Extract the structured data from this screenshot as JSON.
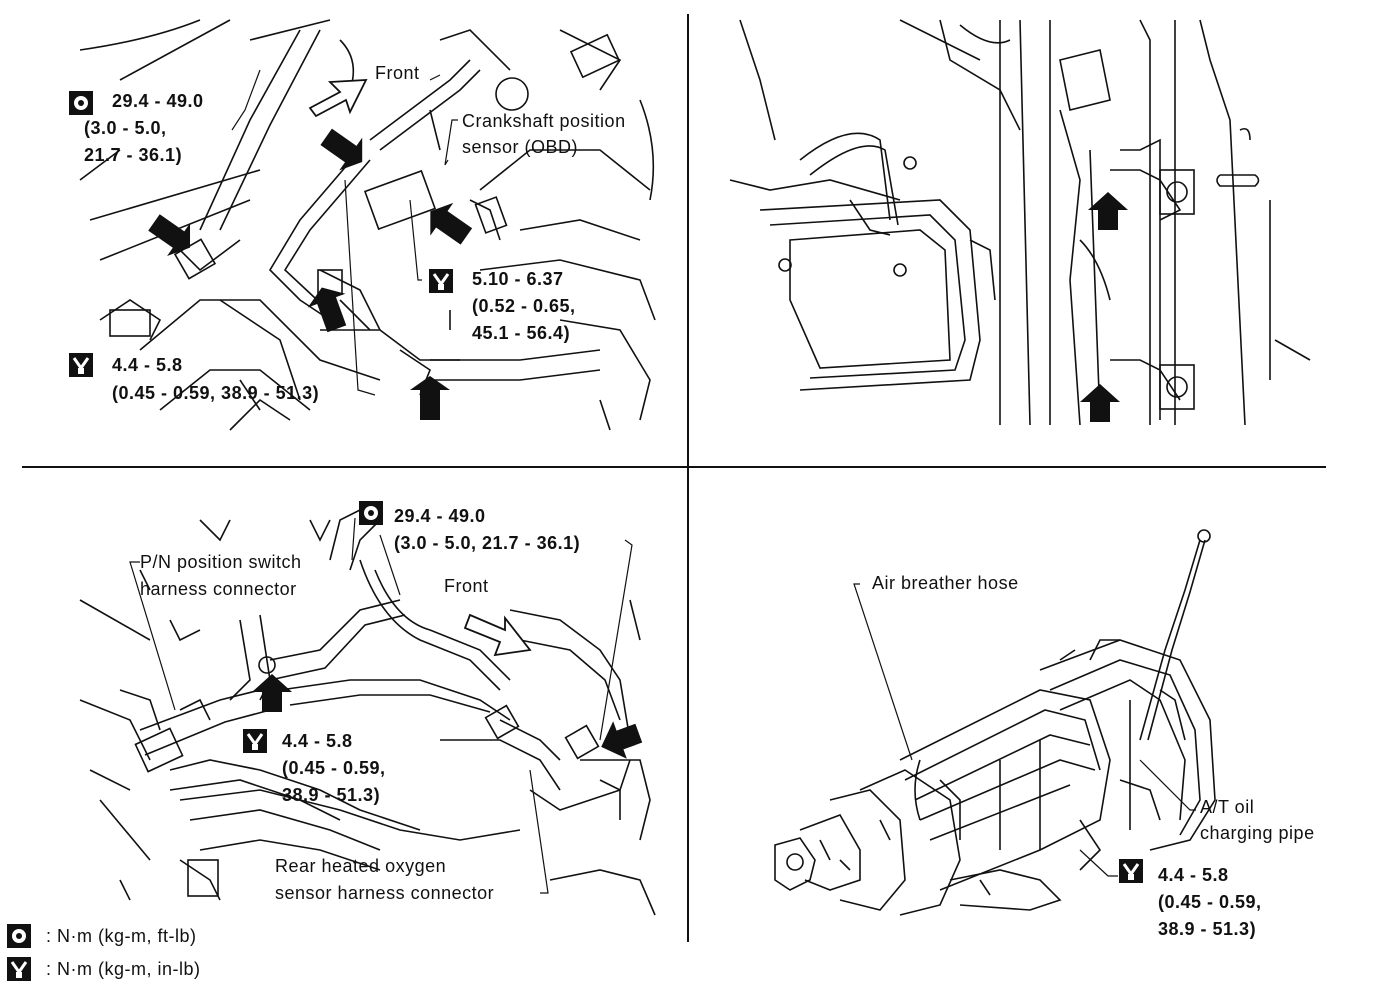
{
  "panel_tl": {
    "front": "Front",
    "crankshaft_line1": "Crankshaft position",
    "crankshaft_line2": "sensor (OBD)",
    "torque_a_1": "29.4 - 49.0",
    "torque_a_2": "(3.0 - 5.0,",
    "torque_a_3": "21.7 - 36.1)",
    "torque_b_1": "5.10 - 6.37",
    "torque_b_2": "(0.52 - 0.65,",
    "torque_b_3": "45.1 - 56.4)",
    "torque_c_1": "4.4 - 5.8",
    "torque_c_2": "(0.45 - 0.59, 38.9 - 51.3)"
  },
  "panel_bl": {
    "torque_a_1": "29.4 - 49.0",
    "torque_a_2": "(3.0 - 5.0, 21.7 - 36.1)",
    "pn_line1": "P/N position switch",
    "pn_line2": "harness connector",
    "front": "Front",
    "torque_b_1": "4.4 - 5.8",
    "torque_b_2": "(0.45 - 0.59,",
    "torque_b_3": "38.9 - 51.3)",
    "rear_line1": "Rear heated oxygen",
    "rear_line2": "sensor harness connector"
  },
  "panel_br": {
    "air_breather": "Air breather hose",
    "at_oil_1": "A/T oil",
    "at_oil_2": "charging pipe",
    "torque_1": "4.4 - 5.8",
    "torque_2": "(0.45 - 0.59,",
    "torque_3": "38.9 - 51.3)"
  },
  "legend": {
    "ft_lb": ": N·m (kg-m, ft-lb)",
    "in_lb": ": N·m (kg-m, in-lb)"
  }
}
